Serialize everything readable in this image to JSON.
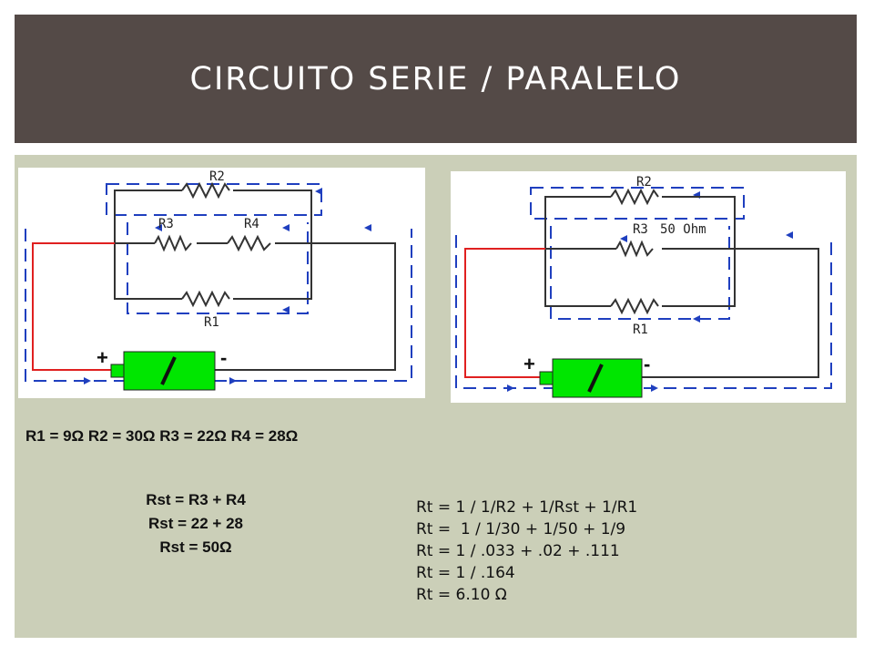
{
  "slide": {
    "title": "CIRCUITO SERIE / PARALELO"
  },
  "diagram_left": {
    "labels": {
      "r2": "R2",
      "r3": "R3",
      "r4": "R4",
      "r1": "R1",
      "plus": "+",
      "minus": "-"
    }
  },
  "diagram_right": {
    "labels": {
      "r2": "R2",
      "r3": "R3",
      "r3_value": "50 Ohm",
      "r1": "R1",
      "plus": "+",
      "minus": "-"
    }
  },
  "values_line": "R1 = 9Ω R2 = 30Ω R3 = 22Ω R4 = 28Ω",
  "rst_lines": [
    "Rst = R3 + R4",
    "Rst = 22 + 28",
    "Rst = 50Ω"
  ],
  "rt_lines": [
    "Rt = 1 / 1/R2 + 1/Rst + 1/R1",
    "Rt =  1 / 1/30 + 1/50 + 1/9",
    "Rt = 1 / .033 + .02 + .111",
    "Rt = 1 / .164",
    "Rt = 6.10 Ω"
  ],
  "colors": {
    "title_bg": "#544a47",
    "content_bg": "#cbcfb8",
    "battery": "#00e600",
    "current_arrow": "#1f3fbf",
    "positive_wire": "#e02020"
  }
}
